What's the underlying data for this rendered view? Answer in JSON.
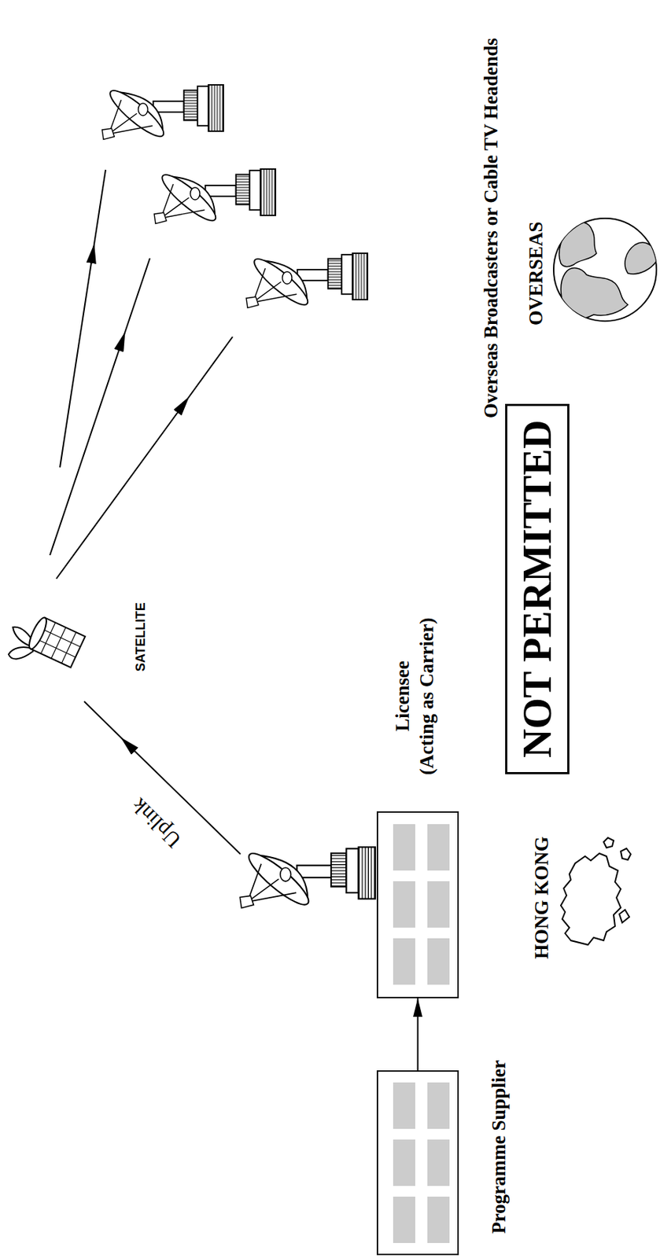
{
  "diagram": {
    "nodes": [
      {
        "text": [
          "Programme Supplier"
        ]
      },
      {
        "text": [
          "Licensee",
          "(Acting as Carrier)"
        ]
      },
      {
        "text": [
          "NOT PERMITTED"
        ]
      }
    ],
    "edges": [
      {
        "from": 0,
        "to": 1,
        "arrow": "to"
      }
    ],
    "labels": [
      "Uplink",
      "SATELLITE",
      "HONG KONG",
      "OVERSEAS",
      "Overseas Broadcasters or Cable TV Headends"
    ]
  }
}
